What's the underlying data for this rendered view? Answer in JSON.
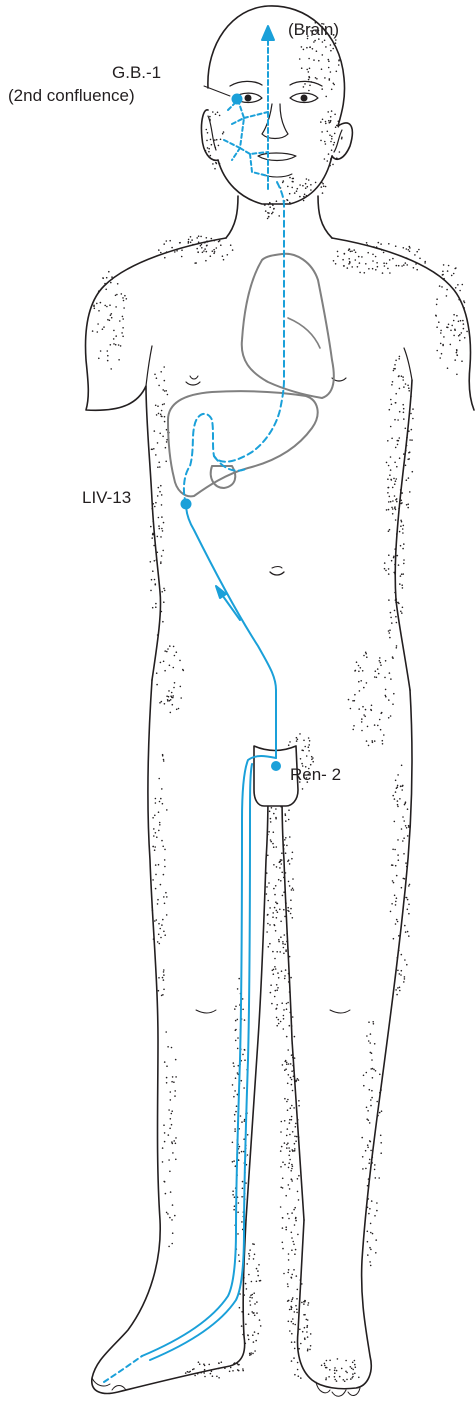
{
  "labels": {
    "brain": "(Brain)",
    "gb1": "G.B.-1",
    "gb1_note": "(2nd confluence)",
    "liv13": "LIV-13",
    "ren2": "Ren- 2"
  },
  "colors": {
    "channel": "#1aa0d9",
    "outline": "#231f20",
    "organ": "#808080",
    "stipple": "#231f20",
    "background": "#ffffff"
  },
  "figure": {
    "subject": "standing male figure, front view",
    "organs": [
      "heart",
      "liver",
      "gallbladder"
    ],
    "points": [
      "G.B.-1",
      "LIV-13",
      "Ren- 2"
    ]
  }
}
